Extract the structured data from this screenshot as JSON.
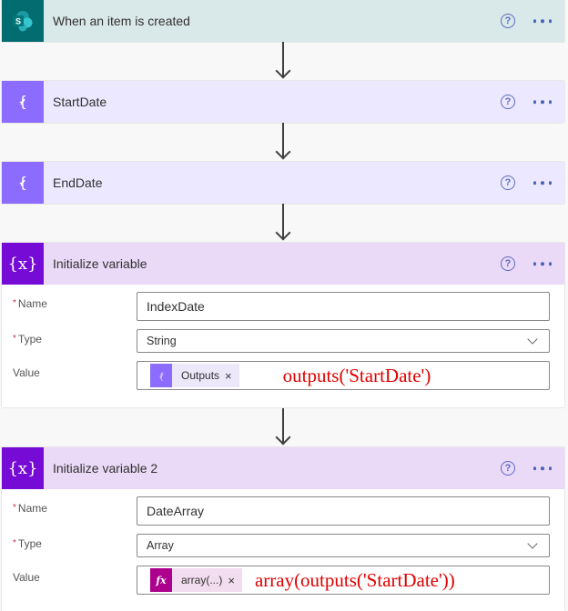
{
  "colors": {
    "sharepoint_icon_bg": "#036c70",
    "sharepoint_header_bg": "#d9e8e8",
    "compose_icon_bg": "#8c6cff",
    "compose_header_bg": "#ece8ff",
    "variable_icon_bg": "#770bd6",
    "variable_header_bg": "#ead9f7",
    "expression_token_bg": "#ad008c",
    "token_bg": "#ece8fa",
    "annotation_red": "#e00000",
    "help_icon": "#5c6bc0"
  },
  "steps": [
    {
      "title": "When an item is created",
      "icon": "sharepoint-icon",
      "help_icon": "question-circle-icon",
      "more_icon": "ellipsis-icon"
    },
    {
      "title": "StartDate",
      "icon": "compose-icon",
      "help_icon": "question-circle-icon",
      "more_icon": "ellipsis-icon"
    },
    {
      "title": "EndDate",
      "icon": "compose-icon",
      "help_icon": "question-circle-icon",
      "more_icon": "ellipsis-icon"
    },
    {
      "title": "Initialize variable",
      "icon": "variable-icon",
      "fields": {
        "name_label": "Name",
        "name_value": "IndexDate",
        "type_label": "Type",
        "type_value": "String",
        "value_label": "Value",
        "value_token": "Outputs",
        "value_token_icon": "compose-icon",
        "annotation": "outputs('StartDate')"
      }
    },
    {
      "title": "Initialize variable 2",
      "icon": "variable-icon",
      "fields": {
        "name_label": "Name",
        "name_value": "DateArray",
        "type_label": "Type",
        "type_value": "Array",
        "value_label": "Value",
        "value_token": "array(...)",
        "value_token_icon": "expression-fx-icon",
        "annotation": "array(outputs('StartDate'))"
      }
    }
  ],
  "glyphs": {
    "required": "*",
    "help": "?",
    "remove": "×",
    "variable": "{x}",
    "fx": "fx"
  }
}
